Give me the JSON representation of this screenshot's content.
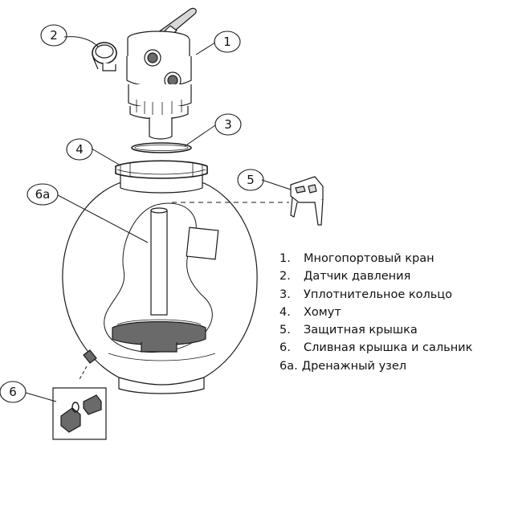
{
  "callouts": {
    "c1": "1",
    "c2": "2",
    "c3": "3",
    "c4": "4",
    "c5": "5",
    "c6": "6",
    "c6a": "6a"
  },
  "legend": [
    {
      "num": "1.",
      "label": "Многопортовый кран"
    },
    {
      "num": "2.",
      "label": "Датчик давления"
    },
    {
      "num": "3.",
      "label": "Уплотнительное кольцо"
    },
    {
      "num": "4.",
      "label": "Хомут"
    },
    {
      "num": "5.",
      "label": "Защитная крышка"
    },
    {
      "num": "6.",
      "label": "Сливная крышка и сальник"
    },
    {
      "num": "6a.",
      "label": "Дренажный узел"
    }
  ],
  "colors": {
    "line": "#1a1a1a",
    "fill": "#ffffff",
    "shade": "#d8d8d8",
    "dark": "#6a6a6a"
  }
}
